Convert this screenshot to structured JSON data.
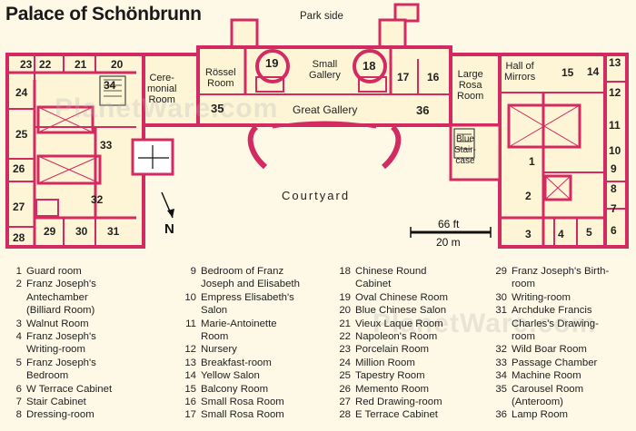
{
  "title": "Palace of Schönbrunn",
  "orientation": {
    "top_side": "Park side",
    "courtyard": "Courtyard",
    "north": "N"
  },
  "scale": {
    "ft": "66 ft",
    "m": "20 m"
  },
  "watermark": "PlanetWare.com",
  "plan_labels": {
    "ceremonial_room": "Cere-\nmonial\nRoom",
    "rossel_room": "Rössel\nRoom",
    "small_gallery": "Small\nGallery",
    "great_gallery": "Great Gallery",
    "large_rosa_room": "Large\nRosa\nRoom",
    "hall_of_mirrors": "Hall of\nMirrors",
    "blue_stair_case": "Blue\nStair-\ncase"
  },
  "room_numbers": [
    "1",
    "2",
    "3",
    "4",
    "5",
    "6",
    "7",
    "8",
    "9",
    "10",
    "11",
    "12",
    "13",
    "14",
    "15",
    "16",
    "17",
    "18",
    "19",
    "20",
    "21",
    "22",
    "23",
    "24",
    "25",
    "26",
    "27",
    "28",
    "29",
    "30",
    "31",
    "32",
    "33",
    "34",
    "35",
    "36"
  ],
  "legend": [
    [
      {
        "n": "1",
        "t": "Guard room"
      },
      {
        "n": "2",
        "t": "Franz Joseph's"
      },
      {
        "n": "",
        "t": "Antechamber"
      },
      {
        "n": "",
        "t": "(Billiard Room)"
      },
      {
        "n": "3",
        "t": "Walnut Room"
      },
      {
        "n": "4",
        "t": "Franz Joseph's"
      },
      {
        "n": "",
        "t": "Writing-room"
      },
      {
        "n": "5",
        "t": "Franz Joseph's"
      },
      {
        "n": "",
        "t": "Bedroom"
      },
      {
        "n": "6",
        "t": "W Terrace Cabinet"
      },
      {
        "n": "7",
        "t": "Stair Cabinet"
      },
      {
        "n": "8",
        "t": "Dressing-room"
      }
    ],
    [
      {
        "n": "9",
        "t": "Bedroom of Franz"
      },
      {
        "n": "",
        "t": "Joseph and Elisabeth"
      },
      {
        "n": "10",
        "t": "Empress Elisabeth's"
      },
      {
        "n": "",
        "t": "Salon"
      },
      {
        "n": "11",
        "t": "Marie-Antoinette"
      },
      {
        "n": "",
        "t": "Room"
      },
      {
        "n": "12",
        "t": "Nursery"
      },
      {
        "n": "13",
        "t": "Breakfast-room"
      },
      {
        "n": "14",
        "t": "Yellow Salon"
      },
      {
        "n": "15",
        "t": "Balcony Room"
      },
      {
        "n": "16",
        "t": "Small Rosa Room"
      },
      {
        "n": "17",
        "t": "Small Rosa Room"
      }
    ],
    [
      {
        "n": "18",
        "t": "Chinese Round"
      },
      {
        "n": "",
        "t": "Cabinet"
      },
      {
        "n": "19",
        "t": "Oval Chinese Room"
      },
      {
        "n": "20",
        "t": "Blue Chinese Salon"
      },
      {
        "n": "21",
        "t": "Vieux Laque Room"
      },
      {
        "n": "22",
        "t": "Napoleon's Room"
      },
      {
        "n": "23",
        "t": "Porcelain Room"
      },
      {
        "n": "24",
        "t": "Million Room"
      },
      {
        "n": "25",
        "t": "Tapestry Room"
      },
      {
        "n": "26",
        "t": "Memento Room"
      },
      {
        "n": "27",
        "t": "Red Drawing-room"
      },
      {
        "n": "28",
        "t": "E Terrace Cabinet"
      }
    ],
    [
      {
        "n": "29",
        "t": "Franz Joseph's Birth-"
      },
      {
        "n": "",
        "t": "room"
      },
      {
        "n": "30",
        "t": "Writing-room"
      },
      {
        "n": "31",
        "t": "Archduke Francis"
      },
      {
        "n": "",
        "t": "Charles's Drawing-"
      },
      {
        "n": "",
        "t": "room"
      },
      {
        "n": "32",
        "t": "Wild Boar Room"
      },
      {
        "n": "33",
        "t": "Passage Chamber"
      },
      {
        "n": "34",
        "t": "Machine Room"
      },
      {
        "n": "35",
        "t": "Carousel Room"
      },
      {
        "n": "",
        "t": "(Anteroom)"
      },
      {
        "n": "36",
        "t": "Lamp Room"
      }
    ]
  ],
  "colors": {
    "wall": "#d42a62",
    "floor": "#fdf5d6",
    "background": "#fdf9e6",
    "line": "#222222"
  }
}
